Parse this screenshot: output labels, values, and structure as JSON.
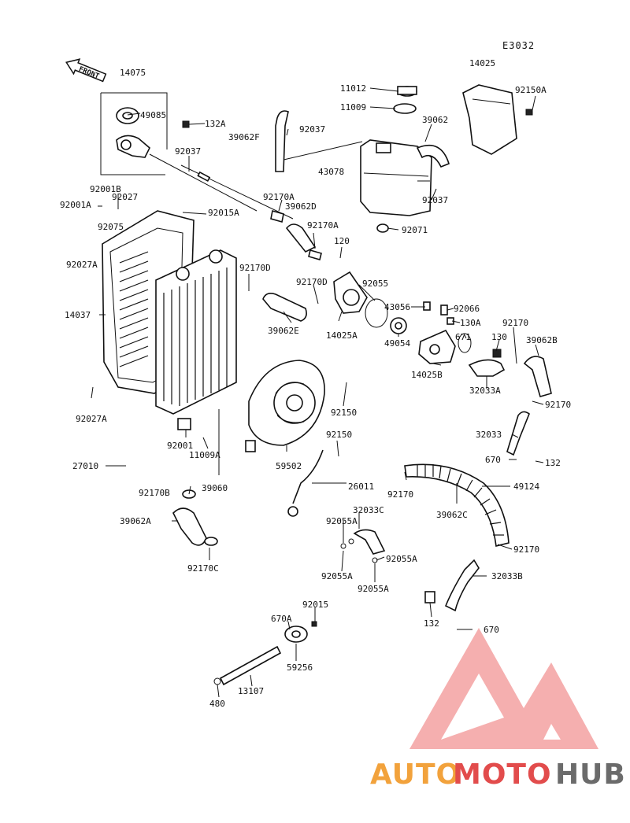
{
  "diagram_code": "E3032",
  "front_arrow_label": "FRONT",
  "callouts": {
    "p14075": "14075",
    "p49085": "49085",
    "p132A": "132A",
    "p92037a": "92037",
    "p39062F": "39062F",
    "p92037b": "92037",
    "p11012": "11012",
    "p11009": "11009",
    "p14025": "14025",
    "p92150A": "92150A",
    "p39062a": "39062",
    "p43078": "43078",
    "p92037c": "92037",
    "p92071": "92071",
    "p92001B": "92001B",
    "p92027": "92027",
    "p92001A": "92001A",
    "p92015A": "92015A",
    "p92170Aa": "92170A",
    "p39062D": "39062D",
    "p92170Ab": "92170A",
    "p92075": "92075",
    "p92027A_top": "92027A",
    "p120": "120",
    "p92170D_a": "92170D",
    "p92170D_b": "92170D",
    "p92055": "92055",
    "p14037": "14037",
    "p39062E": "39062E",
    "p14025A": "14025A",
    "p43056": "43056",
    "p92066": "92066",
    "p130A": "130A",
    "p49054": "49054",
    "p671": "671",
    "p130": "130",
    "p92170a": "92170",
    "p39062B": "39062B",
    "p14025B": "14025B",
    "p32033A": "32033A",
    "p92027A_bot": "92027A",
    "p92150a": "92150",
    "p92170b": "92170",
    "p92001": "92001",
    "p32033": "32033",
    "p92150b": "92150",
    "p11009A": "11009A",
    "p670a": "670",
    "p132": "132",
    "p27010": "27010",
    "p59502": "59502",
    "p92170c": "92170",
    "p49124": "49124",
    "p92170B": "92170B",
    "p39060": "39060",
    "p26011": "26011",
    "p32033C": "32033C",
    "p92055A_a": "92055A",
    "p39062C": "39062C",
    "p39062A": "39062A",
    "p92170d": "92170",
    "p92170C": "92170C",
    "p92055A_b": "92055A",
    "p92055A_c": "92055A",
    "p92055A_d": "92055A",
    "p32033B": "32033B",
    "p132b": "132",
    "p92015": "92015",
    "p670A": "670A",
    "p670b": "670",
    "p59256": "59256",
    "p13107": "13107",
    "p480": "480"
  },
  "watermark": {
    "auto": "AUTO",
    "moto": "MOTO",
    "hub": "HUB"
  },
  "colors": {
    "ink": "#111111",
    "wm_orange": "#f2a23c",
    "wm_red": "#e24c4c",
    "wm_gray": "#6b6b6b",
    "wm_triangle": "#f08a8a"
  }
}
